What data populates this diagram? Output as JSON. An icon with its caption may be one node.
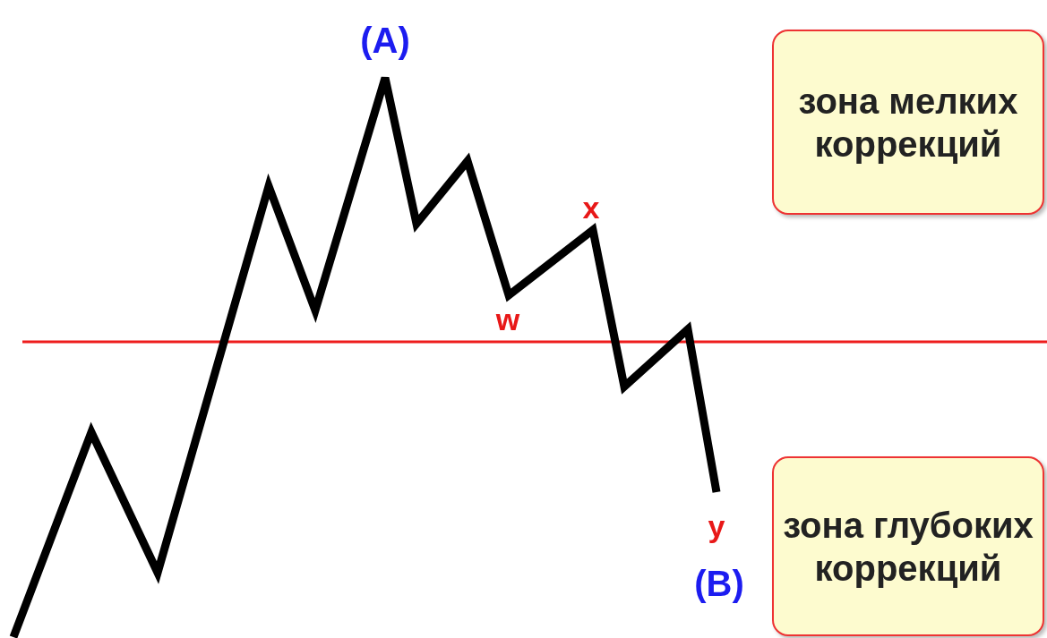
{
  "diagram": {
    "nodes": [
      {
        "text": [
          "зона мелких коррекций"
        ]
      },
      {
        "text": [
          "зона глубоких коррекций"
        ]
      }
    ],
    "labels": [
      "(A)",
      "x",
      "w",
      "y",
      "(B)"
    ]
  }
}
